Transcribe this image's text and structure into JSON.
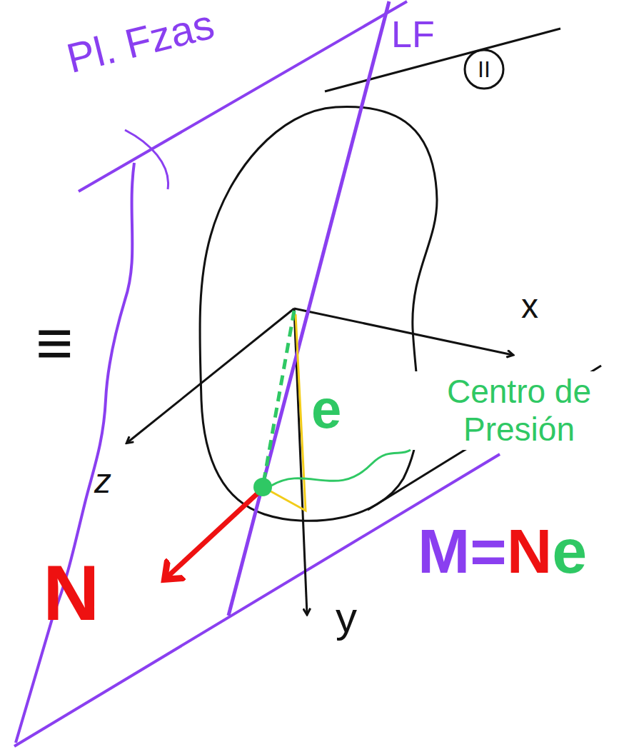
{
  "diagram": {
    "labels": [
      "Pl. Fzas",
      "LF",
      "II",
      "≡",
      "x",
      "z",
      "y",
      "e",
      "N",
      "Centro de Presión",
      "M=Ne"
    ]
  }
}
